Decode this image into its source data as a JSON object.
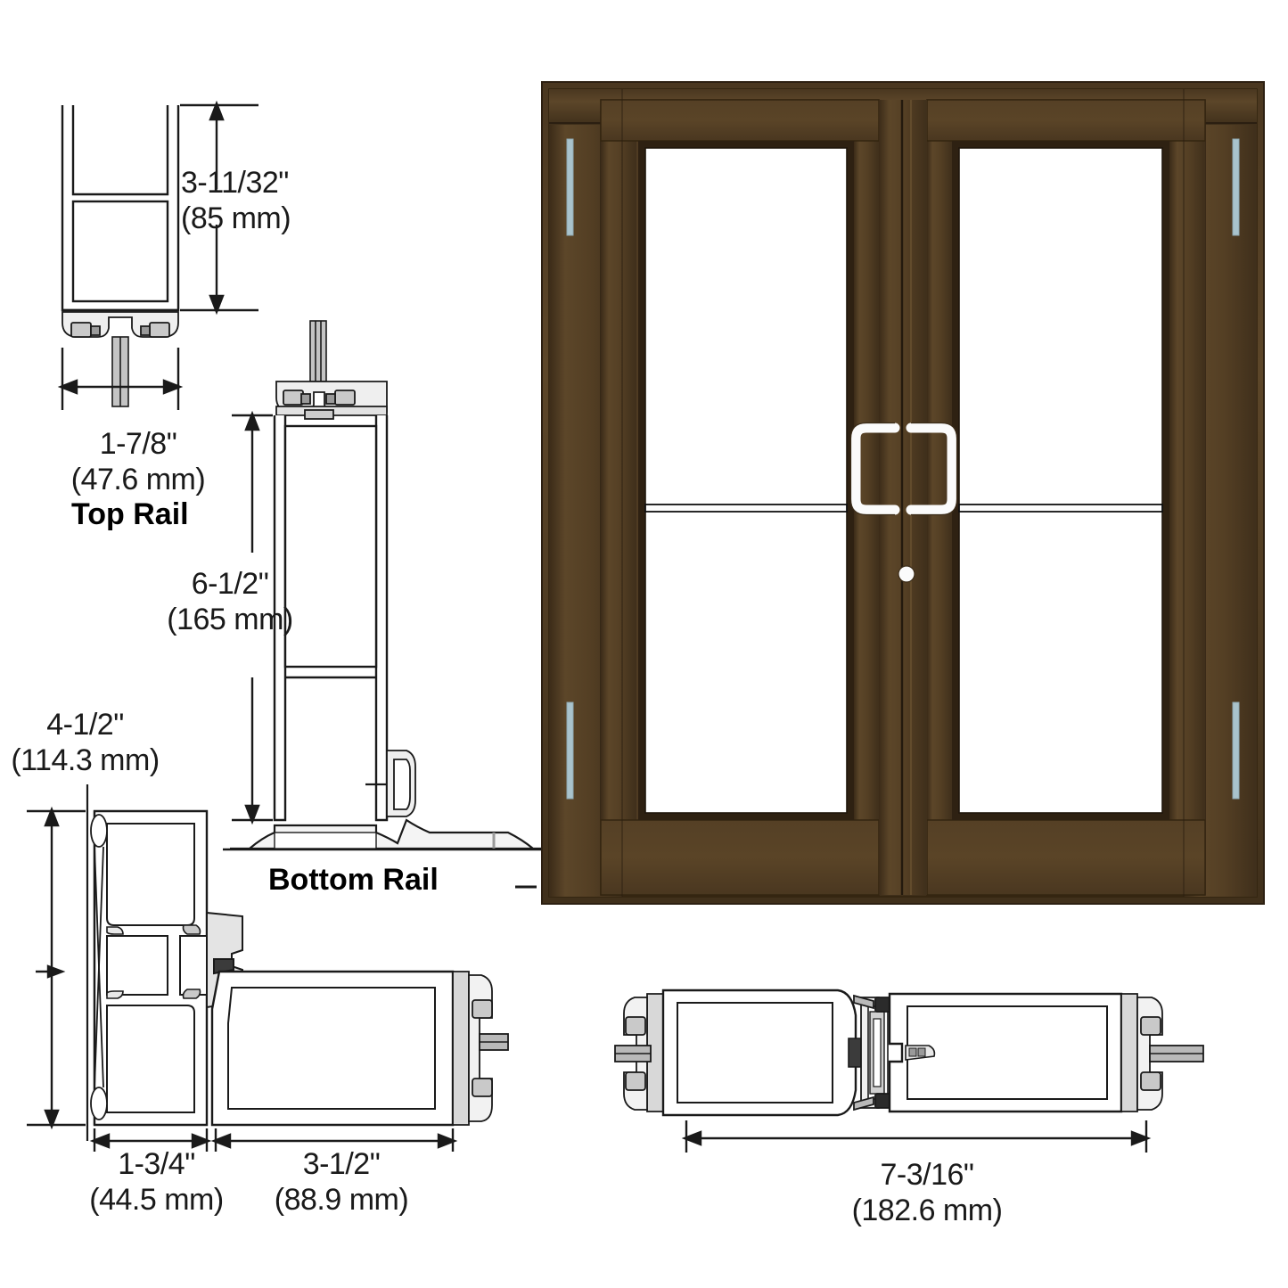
{
  "sheet": {
    "title": "Aluminum Entrance Door — Profile Sections and Elevation",
    "background_color": "#ffffff",
    "ink_color": "#1a1a1a"
  },
  "colors": {
    "bronze_dark": "#3e2d19",
    "bronze_mid": "#4d3921",
    "bronze_light": "#5c4629",
    "bronze_highlight": "#6b5331",
    "glass": "#ffffff",
    "hinge": "#a9c3cc",
    "hardware": "#f8f8f8",
    "outline": "#1a1a1a",
    "metal_fill": "#b9b9b9",
    "metal_fill_light": "#d8d8d8"
  },
  "dimensions": {
    "top_rail_height": {
      "imperial": "3-11/32\"",
      "metric": "(85 mm)"
    },
    "top_rail_width": {
      "imperial": "1-7/8\"",
      "metric": "(47.6 mm)"
    },
    "bottom_rail_height": {
      "imperial": "6-1/2\"",
      "metric": "(165 mm)"
    },
    "jamb_depth": {
      "imperial": "4-1/2\"",
      "metric": "(114.3 mm)"
    },
    "jamb_width": {
      "imperial": "1-3/4\"",
      "metric": "(44.5 mm)"
    },
    "stile_width": {
      "imperial": "3-1/2\"",
      "metric": "(88.9 mm)"
    },
    "meeting_stile_width": {
      "imperial": "7-3/16\"",
      "metric": "(182.6 mm)"
    }
  },
  "part_labels": {
    "top_rail": "Top Rail",
    "bottom_rail": "Bottom Rail"
  },
  "elevation": {
    "name": "pair-of-doors-elevation",
    "door_count": 2,
    "lites_per_door": 2,
    "hinges_per_jamb": 2,
    "hardware": {
      "pulls": 2,
      "pull_style": "offset-square-pull",
      "cylinder_lock": 1
    }
  },
  "icon_names": {
    "dimension_arrow": "dimension-arrow-icon",
    "extension_line": "extension-line-icon",
    "hinge": "hinge-icon",
    "door_pull": "door-pull-icon",
    "lock_cylinder": "lock-cylinder-icon"
  }
}
